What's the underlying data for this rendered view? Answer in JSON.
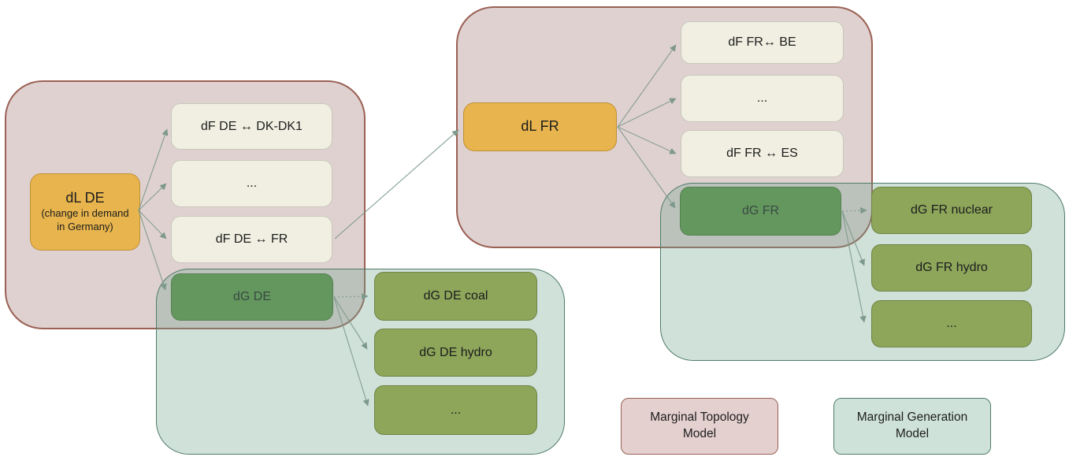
{
  "colors": {
    "canvas_bg": "#ffffff",
    "topology_fill": "rgba(167,124,124,0.35)",
    "topology_border": "#9a6054",
    "generation_fill": "rgba(113,163,142,0.33)",
    "generation_border": "#4e7c69",
    "load_fill": "#e7b44d",
    "flow_fill": "#f0efe2",
    "flow_border": "#c7c7ba",
    "gen_fill": "#5f9147",
    "gen_leaf_fill": "#8da65a",
    "legend_topology_fill": "#e4d0cf",
    "legend_generation_fill": "#cfe2da",
    "arrow": "#7d998b",
    "text": "#1d1d1d"
  },
  "diagram": {
    "de": {
      "load": {
        "label": "dL DE",
        "sublabel": "(change in demand in Germany)"
      },
      "flows": [
        {
          "label": "dF DE ↔ DK-DK1"
        },
        {
          "label": "..."
        },
        {
          "label": "dF DE ↔ FR"
        }
      ],
      "generation": {
        "label": "dG DE"
      },
      "generation_children": [
        {
          "label": "dG DE coal"
        },
        {
          "label": "dG DE hydro"
        },
        {
          "label": "..."
        }
      ]
    },
    "fr": {
      "load": {
        "label": "dL FR"
      },
      "flows": [
        {
          "label": "dF FR↔ BE"
        },
        {
          "label": "..."
        },
        {
          "label": "dF FR ↔ ES"
        }
      ],
      "generation": {
        "label": "dG FR"
      },
      "generation_children": [
        {
          "label": "dG FR nuclear"
        },
        {
          "label": "dG FR hydro"
        },
        {
          "label": "..."
        }
      ]
    },
    "legend": {
      "topology": {
        "label": "Marginal Topology Model"
      },
      "generation": {
        "label": "Marginal Generation Model"
      }
    }
  }
}
